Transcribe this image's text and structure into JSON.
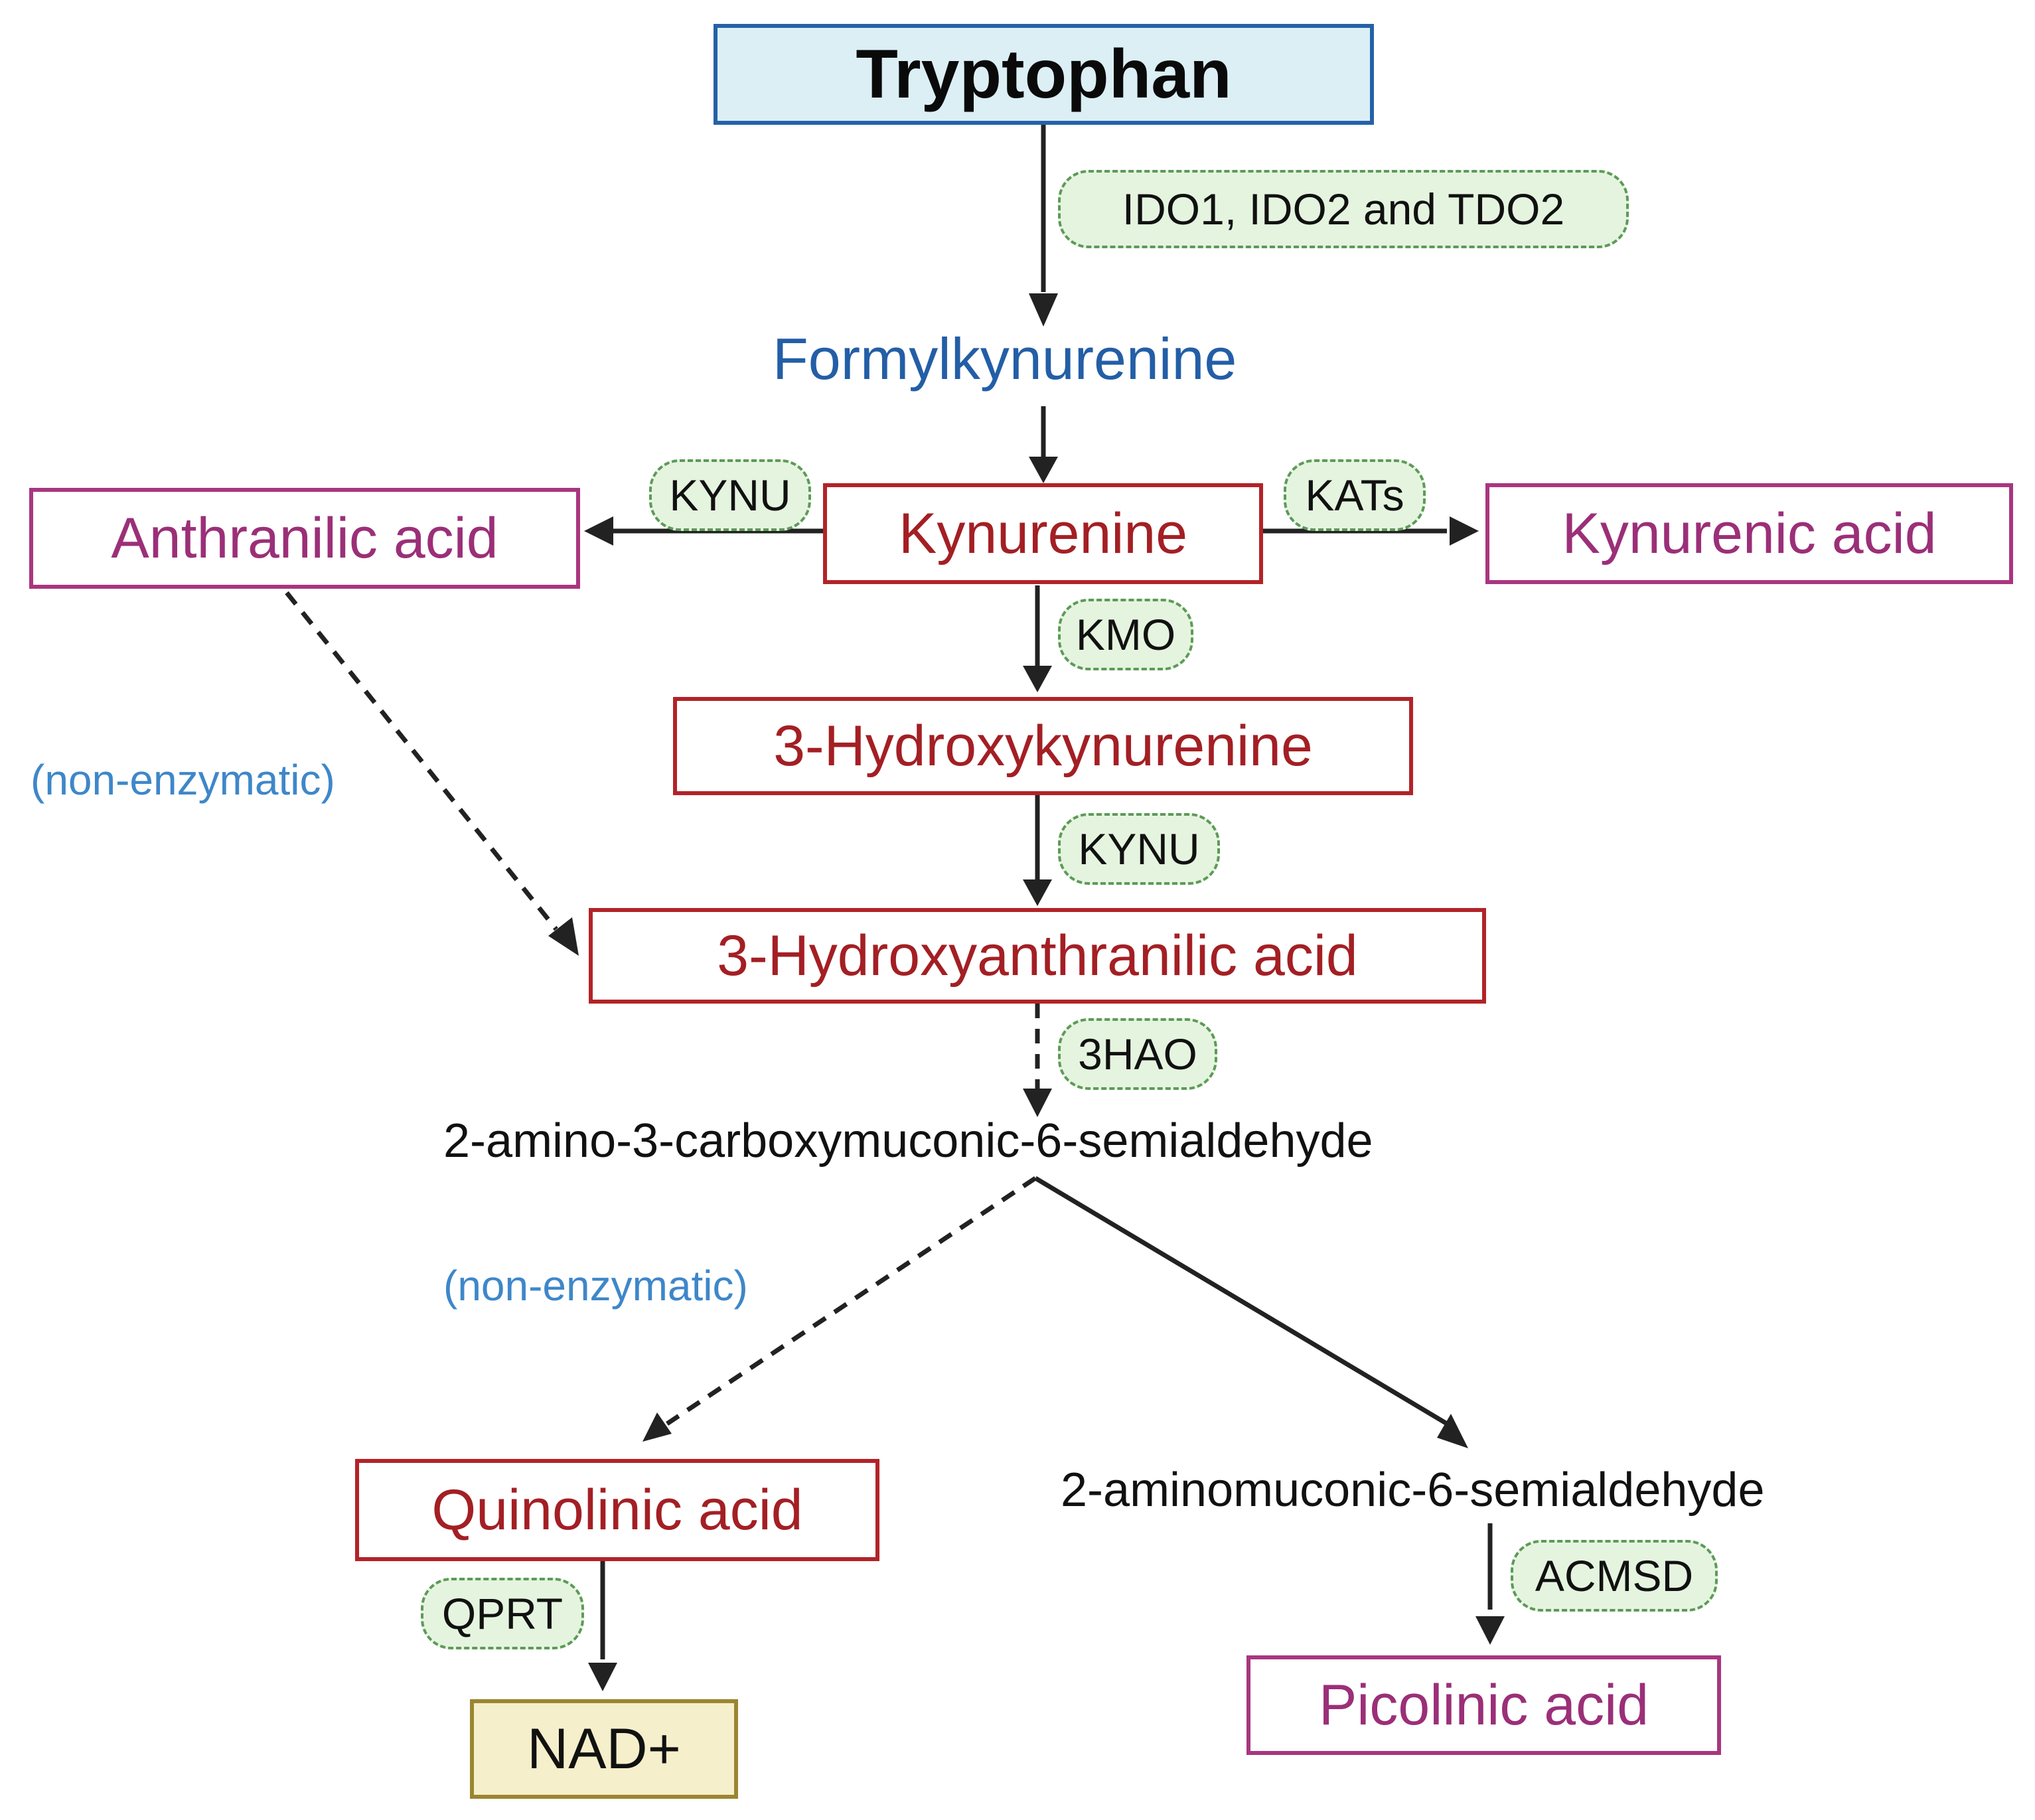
{
  "metabolites": {
    "tryptophan": "Tryptophan",
    "formylkynurenine": "Formylkynurenine",
    "kynurenine": "Kynurenine",
    "anthranilic_acid": "Anthranilic acid",
    "kynurenic_acid": "Kynurenic acid",
    "hydroxykynurenine": "3-Hydroxykynurenine",
    "hydroxyanthranilic_acid": "3-Hydroxyanthranilic acid",
    "acms": "2-amino-3-carboxymuconic-6-semialdehyde",
    "quinolinic_acid": "Quinolinic acid",
    "ams": "2-aminomuconic-6-semialdehyde",
    "nad": "NAD+",
    "picolinic_acid": "Picolinic acid"
  },
  "enzymes": {
    "ido_tdo": "IDO1, IDO2 and TDO2",
    "kynu_left": "KYNU",
    "kats": "KATs",
    "kmo": "KMO",
    "kynu_mid": "KYNU",
    "hao": "3HAO",
    "qprt": "QPRT",
    "acmsd": "ACMSD"
  },
  "notes": {
    "non_enzymatic_upper": "(non-enzymatic)",
    "non_enzymatic_lower": "(non-enzymatic)"
  },
  "colors": {
    "product_border": "#b22328",
    "side_product_border": "#a8367f",
    "tryptophan_fill": "#dbeff5",
    "tryptophan_border": "#2561a8",
    "nad_fill": "#f6efcb",
    "enzyme_fill": "#e5f4df",
    "enzyme_border": "#5d9a58",
    "note_text": "#3e87c9",
    "arrow": "#222222"
  }
}
